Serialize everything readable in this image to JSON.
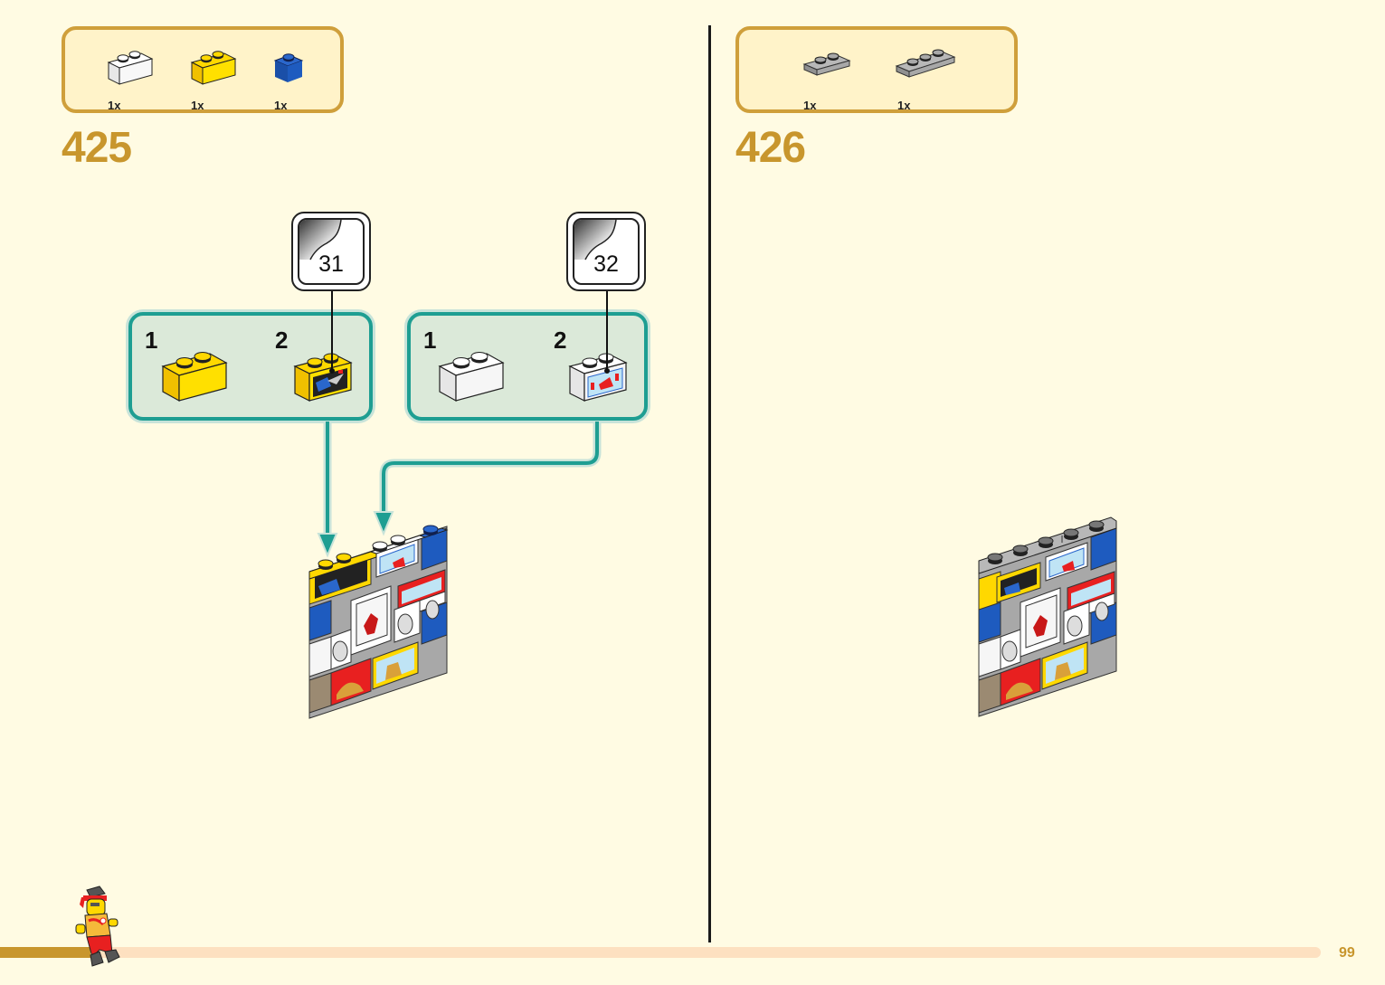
{
  "page": {
    "number": "99",
    "background_color": "#fffbe3",
    "accent_color": "#c8962d",
    "callout_color": "#1e9e92"
  },
  "steps": [
    {
      "number": "425",
      "parts": [
        {
          "name": "white 1x2 brick",
          "color": "#ffffff",
          "qty": "1x"
        },
        {
          "name": "yellow 1x2 brick",
          "color": "#ffd800",
          "qty": "1x"
        },
        {
          "name": "blue 1x1 brick",
          "color": "#1e5bbf",
          "qty": "1x"
        }
      ],
      "sub_assemblies": [
        {
          "sticker": "31",
          "brick_color": "#ffd800",
          "sub_steps": [
            {
              "label": "1"
            },
            {
              "label": "2"
            }
          ]
        },
        {
          "sticker": "32",
          "brick_color": "#ffffff",
          "sub_steps": [
            {
              "label": "1"
            },
            {
              "label": "2"
            }
          ]
        }
      ]
    },
    {
      "number": "426",
      "parts": [
        {
          "name": "grey 1x2 plate",
          "color": "#a8a8a8",
          "qty": "1x"
        },
        {
          "name": "grey 1x3 plate",
          "color": "#a8a8a8",
          "qty": "1x"
        }
      ]
    }
  ]
}
